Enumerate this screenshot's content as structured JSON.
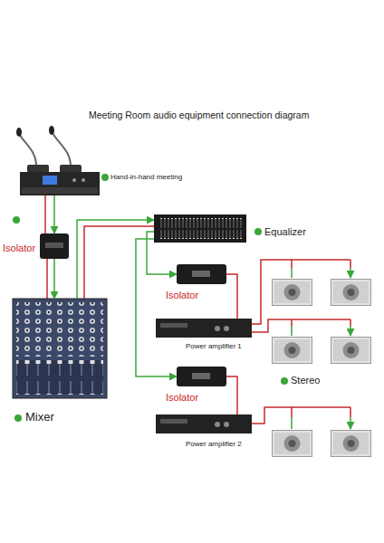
{
  "diagram": {
    "title": "Meeting Room audio equipment connection diagram",
    "nodes": [
      {
        "text": [
          "Hand-in-hand meeting"
        ]
      },
      {
        "text": [
          "Isolator"
        ]
      },
      {
        "text": [
          "Mixer"
        ]
      },
      {
        "text": [
          "Equalizer"
        ]
      },
      {
        "text": [
          "Isolator"
        ]
      },
      {
        "text": [
          "Power amplifier 1"
        ]
      },
      {
        "text": [
          "Isolator"
        ]
      },
      {
        "text": [
          "Power amplifier 2"
        ]
      }
    ],
    "edges": [
      {
        "from": 0,
        "to": 1,
        "arrow": "to"
      },
      {
        "from": 1,
        "to": 2,
        "arrow": "to"
      },
      {
        "from": 2,
        "to": 3,
        "arrow": "to"
      },
      {
        "from": 3,
        "to": 4,
        "arrow": "to"
      },
      {
        "from": 4,
        "to": 5,
        "arrow": "none"
      },
      {
        "from": 3,
        "to": 6,
        "arrow": "to"
      },
      {
        "from": 6,
        "to": 7,
        "arrow": "none"
      }
    ],
    "labels": [
      "Stereo"
    ]
  }
}
